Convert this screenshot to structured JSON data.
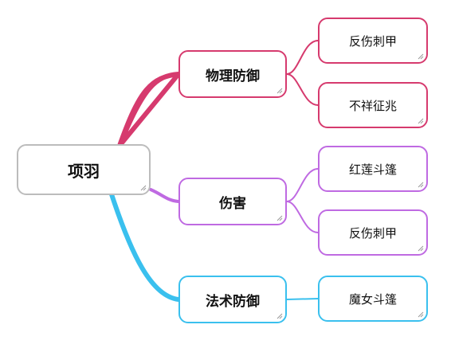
{
  "colors": {
    "root_border": "#bcbcbc",
    "defense_physical": "#d63a6e",
    "damage": "#bf6ae2",
    "defense_magic": "#3ac0ee"
  },
  "root": {
    "label": "项羽"
  },
  "branches": [
    {
      "label": "物理防御",
      "color": "#d63a6e",
      "leaves": [
        "反伤刺甲",
        "不祥征兆"
      ]
    },
    {
      "label": "伤害",
      "color": "#bf6ae2",
      "leaves": [
        "红莲斗篷",
        "反伤刺甲"
      ]
    },
    {
      "label": "法术防御",
      "color": "#3ac0ee",
      "leaves": [
        "魔女斗篷"
      ]
    }
  ]
}
